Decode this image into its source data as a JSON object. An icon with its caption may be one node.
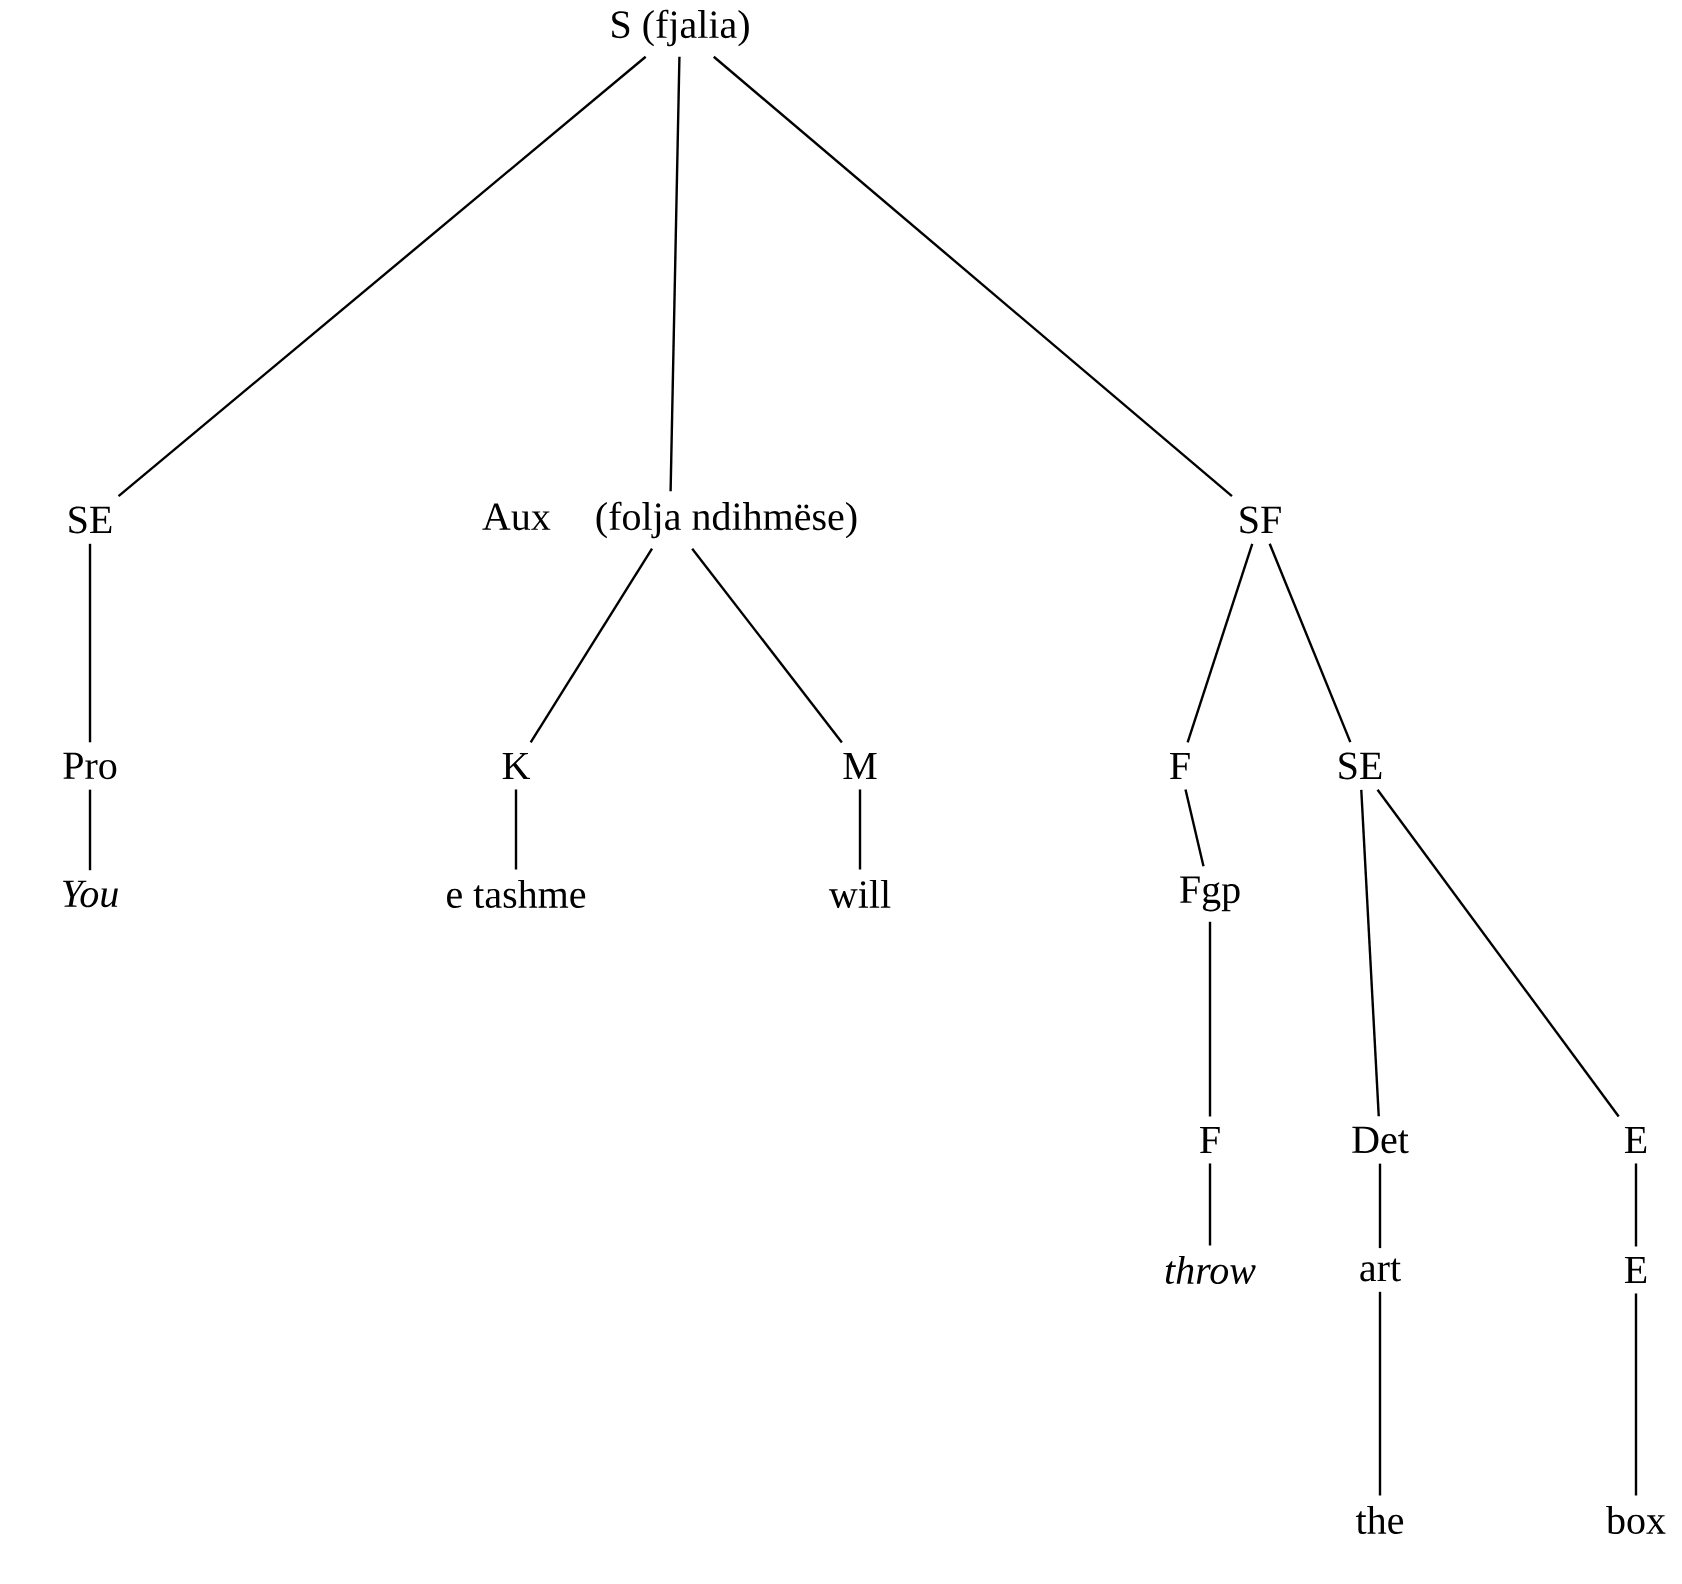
{
  "diagram": {
    "nodes": [
      {
        "text": [
          "S (fjalia)"
        ]
      },
      {
        "text": [
          "SE"
        ]
      },
      {
        "text": [
          "Aux",
          "(folja ndihmëse)"
        ]
      },
      {
        "text": [
          "SF"
        ]
      },
      {
        "text": [
          "Pro"
        ]
      },
      {
        "text": [
          "K"
        ]
      },
      {
        "text": [
          "M"
        ]
      },
      {
        "text": [
          "F"
        ]
      },
      {
        "text": [
          "SE"
        ]
      },
      {
        "text": [
          "You"
        ]
      },
      {
        "text": [
          "e tashme"
        ]
      },
      {
        "text": [
          "will"
        ]
      },
      {
        "text": [
          "Fgp"
        ]
      },
      {
        "text": [
          "F"
        ]
      },
      {
        "text": [
          "Det"
        ]
      },
      {
        "text": [
          "E"
        ]
      },
      {
        "text": [
          "throw"
        ]
      },
      {
        "text": [
          "art"
        ]
      },
      {
        "text": [
          "E"
        ]
      },
      {
        "text": [
          "the"
        ]
      },
      {
        "text": [
          "box"
        ]
      }
    ],
    "edges": [
      {
        "from": 0,
        "to": 1,
        "arrow": "none"
      },
      {
        "from": 0,
        "to": 2,
        "arrow": "none"
      },
      {
        "from": 0,
        "to": 3,
        "arrow": "none"
      },
      {
        "from": 1,
        "to": 4,
        "arrow": "none"
      },
      {
        "from": 2,
        "to": 5,
        "arrow": "none"
      },
      {
        "from": 2,
        "to": 6,
        "arrow": "none"
      },
      {
        "from": 3,
        "to": 7,
        "arrow": "none"
      },
      {
        "from": 3,
        "to": 8,
        "arrow": "none"
      },
      {
        "from": 4,
        "to": 9,
        "arrow": "none"
      },
      {
        "from": 5,
        "to": 10,
        "arrow": "none"
      },
      {
        "from": 6,
        "to": 11,
        "arrow": "none"
      },
      {
        "from": 7,
        "to": 12,
        "arrow": "none"
      },
      {
        "from": 12,
        "to": 13,
        "arrow": "none"
      },
      {
        "from": 8,
        "to": 14,
        "arrow": "none"
      },
      {
        "from": 8,
        "to": 15,
        "arrow": "none"
      },
      {
        "from": 13,
        "to": 16,
        "arrow": "none"
      },
      {
        "from": 14,
        "to": 17,
        "arrow": "none"
      },
      {
        "from": 15,
        "to": 18,
        "arrow": "none"
      },
      {
        "from": 17,
        "to": 19,
        "arrow": "none"
      },
      {
        "from": 18,
        "to": 20,
        "arrow": "none"
      }
    ]
  }
}
